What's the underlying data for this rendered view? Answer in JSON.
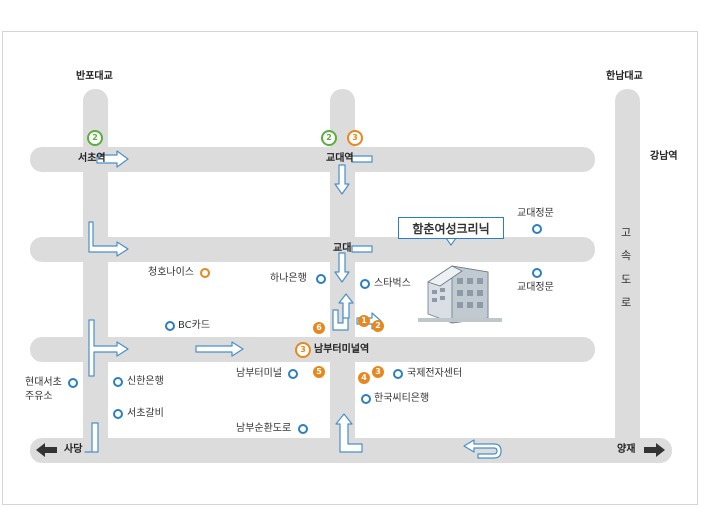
{
  "labels": {
    "banpo_bridge": "반포대교",
    "hannam_bridge": "한남대교",
    "gangnam_station": "강남역",
    "seocho_station": "서초역",
    "gyodae_station": "교대역",
    "gyodae": "교대",
    "gyodae_gate_1": "교대정문",
    "gyodae_gate_2": "교대정문",
    "expressway_1": "고",
    "expressway_2": "속",
    "expressway_3": "도",
    "expressway_4": "로",
    "cheongho_nice": "청호나이스",
    "hana_bank": "하나은행",
    "starbucks": "스타벅스",
    "bc_card": "BC카드",
    "nambu_terminal_station": "남부터미널역",
    "hyundai_seocho": "현대서초",
    "gas_station": "주유소",
    "shinhan_bank": "신한은행",
    "seocho_galbi": "서초갈비",
    "nambu_terminal": "남부터미널",
    "international_electronics": "국제전자센터",
    "korea_citibank": "한국씨티은행",
    "nambu_ring_road": "남부순환도로",
    "sadang": "사당",
    "yangjae": "양재"
  },
  "clinic": {
    "name": "함춘여성크리닉"
  },
  "subway_markers": {
    "seocho_line": "2",
    "gyodae_line2": "2",
    "gyodae_line3": "3",
    "nambu_line": "3"
  },
  "exits": {
    "e1": "1",
    "e2": "2",
    "e3": "3",
    "e4": "4",
    "e5": "5",
    "e6": "6"
  },
  "colors": {
    "road": "#dcdcdc",
    "arrow_stroke": "#4a8fc9",
    "poi_dot": "#2b7fc0",
    "poi_orange": "#e8871e",
    "line2_green": "#5aae3b",
    "line3_orange": "#e8871e"
  }
}
